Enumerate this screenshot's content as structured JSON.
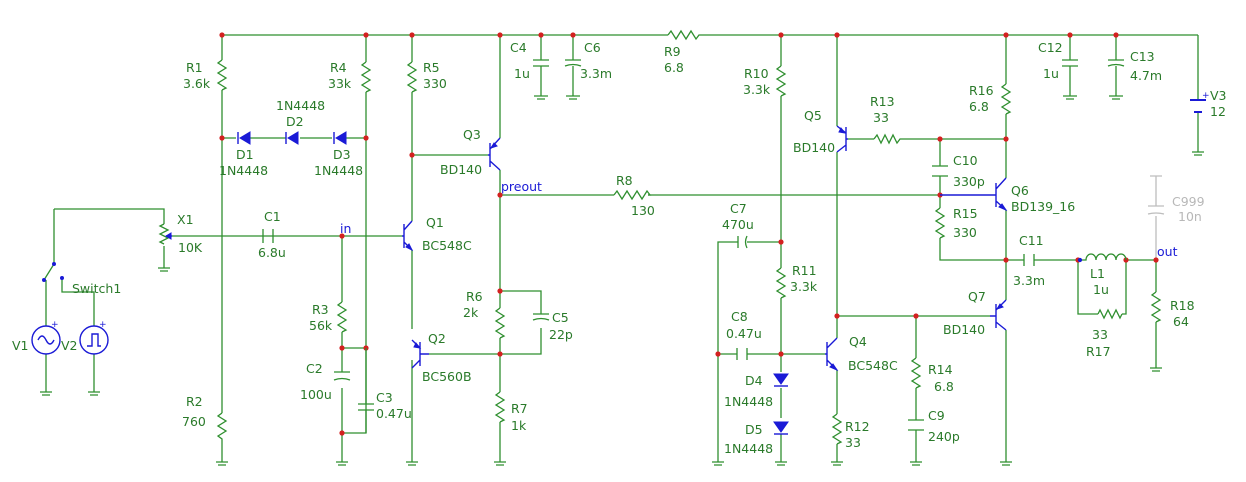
{
  "components": {
    "R1": {
      "name": "R1",
      "value": "3.6k"
    },
    "R2": {
      "name": "R2",
      "value": "760"
    },
    "R3": {
      "name": "R3",
      "value": "56k"
    },
    "R4": {
      "name": "R4",
      "value": "33k"
    },
    "R5": {
      "name": "R5",
      "value": "330"
    },
    "R6": {
      "name": "R6",
      "value": "2k"
    },
    "R7": {
      "name": "R7",
      "value": "1k"
    },
    "R8": {
      "name": "R8",
      "value": "130"
    },
    "R9": {
      "name": "R9",
      "value": "6.8"
    },
    "R10": {
      "name": "R10",
      "value": "3.3k"
    },
    "R11": {
      "name": "R11",
      "value": "3.3k"
    },
    "R12": {
      "name": "R12",
      "value": "33"
    },
    "R13": {
      "name": "R13",
      "value": "33"
    },
    "R14": {
      "name": "R14",
      "value": "6.8"
    },
    "R15": {
      "name": "R15",
      "value": "330"
    },
    "R16": {
      "name": "R16",
      "value": "6.8"
    },
    "R17": {
      "name": "R17",
      "value": "33"
    },
    "R18": {
      "name": "R18",
      "value": "64"
    },
    "C1": {
      "name": "C1",
      "value": "6.8u"
    },
    "C2": {
      "name": "C2",
      "value": "100u"
    },
    "C3": {
      "name": "C3",
      "value": "0.47u"
    },
    "C4": {
      "name": "C4",
      "value": "1u"
    },
    "C5": {
      "name": "C5",
      "value": "22p"
    },
    "C6": {
      "name": "C6",
      "value": "3.3m"
    },
    "C7": {
      "name": "C7",
      "value": "470u"
    },
    "C8": {
      "name": "C8",
      "value": "0.47u"
    },
    "C9": {
      "name": "C9",
      "value": "240p"
    },
    "C10": {
      "name": "C10",
      "value": "330p"
    },
    "C11": {
      "name": "C11",
      "value": "3.3m"
    },
    "C12": {
      "name": "C12",
      "value": "1u"
    },
    "C13": {
      "name": "C13",
      "value": "4.7m"
    },
    "C999": {
      "name": "C999",
      "value": "10n"
    },
    "L1": {
      "name": "L1",
      "value": "1u"
    },
    "D1": {
      "name": "D1",
      "value": "1N4448"
    },
    "D2": {
      "name": "D2",
      "value": "1N4448"
    },
    "D3": {
      "name": "D3",
      "value": "1N4448"
    },
    "D4": {
      "name": "D4",
      "value": "1N4448"
    },
    "D5": {
      "name": "D5",
      "value": "1N4448"
    },
    "Q1": {
      "name": "Q1",
      "value": "BC548C"
    },
    "Q2": {
      "name": "Q2",
      "value": "BC560B"
    },
    "Q3": {
      "name": "Q3",
      "value": "BD140"
    },
    "Q4": {
      "name": "Q4",
      "value": "BC548C"
    },
    "Q5": {
      "name": "Q5",
      "value": "BD140"
    },
    "Q6": {
      "name": "Q6",
      "value": "BD139_16"
    },
    "Q7": {
      "name": "Q7",
      "value": "BD140"
    },
    "X1": {
      "name": "X1",
      "value": "10K"
    },
    "V1": {
      "name": "V1"
    },
    "V2": {
      "name": "V2"
    },
    "V3": {
      "name": "V3",
      "value": "12"
    },
    "Switch1": {
      "name": "Switch1"
    }
  },
  "nets": {
    "in": "in",
    "preout": "preout",
    "out": "out"
  },
  "colors": {
    "wire": "#2f8f2f",
    "device": "#1a1ad6",
    "junction": "#d42020",
    "disabled": "#bdbdbd",
    "label": "#2a7a2a"
  }
}
